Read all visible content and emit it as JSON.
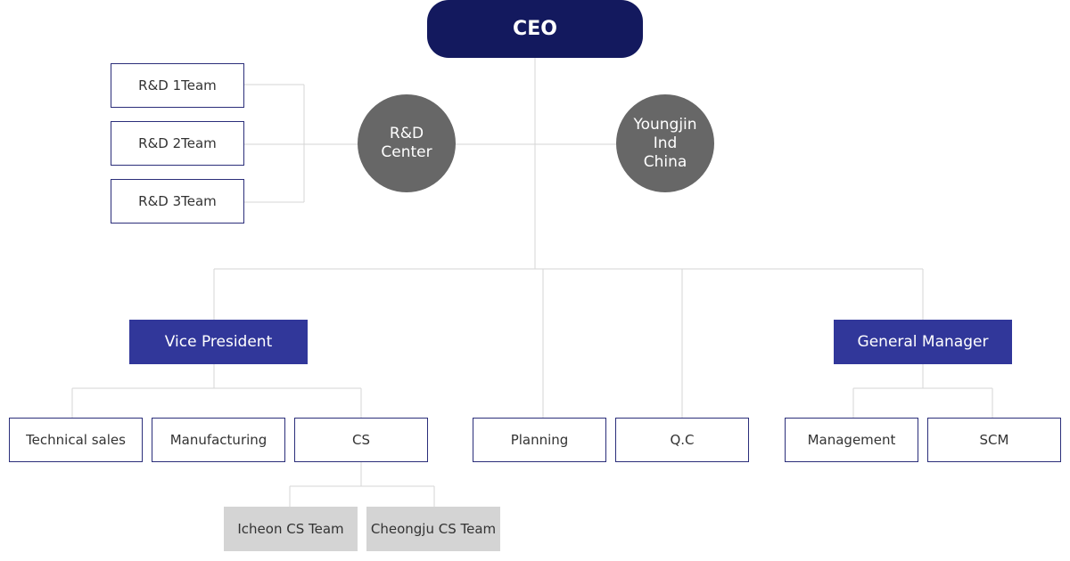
{
  "ceo": {
    "label": "CEO"
  },
  "rd_center": {
    "label": "R&D\nCenter",
    "teams": [
      "R&D 1Team",
      "R&D 2Team",
      "R&D 3Team"
    ]
  },
  "youngjin": {
    "label": "Youngjin\nInd\nChina"
  },
  "vice_president": {
    "label": "Vice President",
    "units": [
      "Technical sales",
      "Manufacturing",
      "CS"
    ]
  },
  "cs_teams": [
    "Icheon CS Team",
    "Cheongju CS Team"
  ],
  "planning": {
    "label": "Planning"
  },
  "qc": {
    "label": "Q.C"
  },
  "general_manager": {
    "label": "General Manager",
    "units": [
      "Management",
      "SCM"
    ]
  },
  "colors": {
    "ceo": "#13195e",
    "manager_fill": "#31379a",
    "team_border": "#2b2e7a",
    "circle": "#676767",
    "sub_team": "#d4d4d4",
    "connector": "#d6d6d6"
  }
}
